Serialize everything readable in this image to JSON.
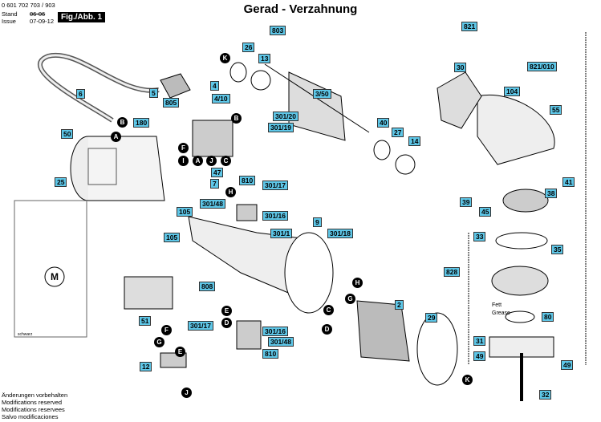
{
  "header": {
    "part_number": "0 601 702 703 / 903",
    "stand_label": "Stand",
    "issue_label": "Issue",
    "old_date": "06-06",
    "date": "07-09-12",
    "fig_label": "Fig./Abb. 1"
  },
  "title": "Gerad - Verzahnung",
  "footer": [
    "Änderungen vorbehalten",
    "Modifications reserved",
    "Modifications reservees",
    "Salvo modificaciones"
  ],
  "grease_label": "Fett",
  "grease_label2": "Grease",
  "wiring": {
    "motor": "M",
    "wire_label": "schwarz"
  },
  "part_labels": [
    "803",
    "821",
    "26",
    "13",
    "30",
    "821/010",
    "6",
    "3/50",
    "5",
    "805",
    "104",
    "4",
    "4/10",
    "301/20",
    "40",
    "27",
    "55",
    "50",
    "180",
    "301/19",
    "14",
    "25",
    "47",
    "7",
    "810",
    "301/17",
    "41",
    "301/48",
    "301/16",
    "38",
    "105",
    "105",
    "9",
    "301/1",
    "301/18",
    "39",
    "45",
    "33",
    "35",
    "828",
    "808",
    "2",
    "29",
    "80",
    "51",
    "301/17",
    "301/16",
    "301/48",
    "810",
    "31",
    "49",
    "49",
    "12",
    "32"
  ],
  "circle_labels": [
    "K",
    "B",
    "A",
    "B",
    "F",
    "I",
    "A",
    "J",
    "C",
    "H",
    "H",
    "G",
    "C",
    "D",
    "E",
    "D",
    "F",
    "G",
    "E",
    "J",
    "K"
  ],
  "colors": {
    "label_bg": "#5ec7e8",
    "line": "#000"
  }
}
